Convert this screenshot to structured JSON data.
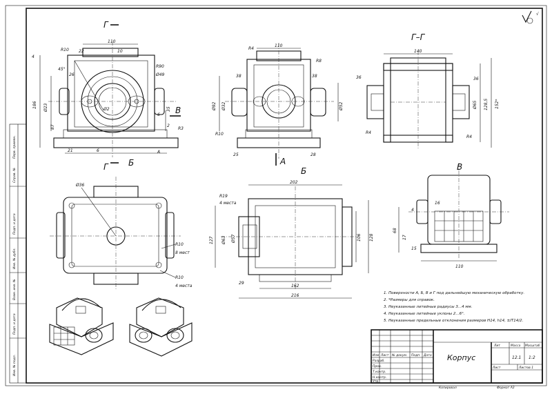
{
  "title_block": {
    "part_name": "Корпус",
    "header_lit": "Лит",
    "header_mass": "Масса",
    "header_scale": "Масштаб",
    "mass_value": "12.1",
    "scale_value": "1:2",
    "sheet": "Лист",
    "sheets": "Листов 1",
    "izm": "Изм",
    "list": "Лист",
    "doc": "№ докум.",
    "sign": "Подп.",
    "date": "Дата",
    "razrab": "Разраб.",
    "prov": "Пров.",
    "tkontr": "Т.контр.",
    "nkontr": "Н.контр.",
    "utv": "Утв.",
    "copied": "Копировал",
    "format": "Формат А3"
  },
  "sections": {
    "gg": "Г–Г",
    "b": "Б",
    "v": "В",
    "a": "А",
    "g_mark": "Г",
    "b_mark": "Б",
    "v_mark": "В",
    "a_mark": "А"
  },
  "notes": [
    "1. Поверхности А, Б, В и Г под дальнейшую механическую обработку.",
    "2. *Размеры для справок.",
    "3. Неуказанные литейные радиусы 3...4 мм.",
    "4. Неуказанные литейные уклоны 2...6°.",
    "5. Неуказанные предельные отклонения размеров Н14, h14, ±IT14/2."
  ],
  "front_view": {
    "dims": [
      "R10",
      "22",
      "110",
      "10",
      "45°",
      "R90",
      "Ø49",
      "26",
      "4",
      "186",
      "Ø23",
      "87",
      "6",
      "35",
      "2",
      "R3",
      "21",
      "6",
      "Ø2"
    ]
  },
  "side_view": {
    "dims": [
      "R4",
      "110",
      "38",
      "R8",
      "38",
      "Ø92",
      "Ø32",
      "R10",
      "25",
      "28",
      "Ø52"
    ]
  },
  "section_gg": {
    "dims": [
      "140",
      "36",
      "36",
      "Ø65",
      "128,5",
      "152*",
      "R4",
      "R4"
    ]
  },
  "top_view": {
    "dims": [
      "Ø36",
      "R10",
      "8 мест",
      "R10",
      "4 места"
    ]
  },
  "view_b": {
    "dims": [
      "202",
      "R19",
      "4 места",
      "127",
      "Ø63",
      "Ø57",
      "106",
      "128",
      "29",
      "162",
      "216"
    ]
  },
  "view_v": {
    "dims": [
      "16",
      "68",
      "17",
      "4",
      "15",
      "110"
    ]
  },
  "stamp_left": [
    "Инв. № подл.",
    "Подп. и дата",
    "Взам. инв. №",
    "Инв. № дубл.",
    "Подп. и дата",
    "Справ. №",
    "Перв. примен."
  ],
  "roughness": "√"
}
